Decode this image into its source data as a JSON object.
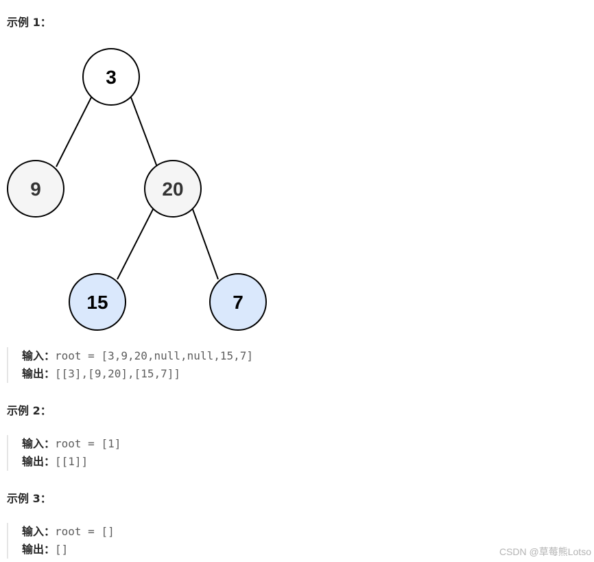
{
  "examples": [
    {
      "heading": "示例 1：",
      "input_label": "输入：",
      "input_value": "root = [3,9,20,null,null,15,7]",
      "output_label": "输出：",
      "output_value": "[[3],[9,20],[15,7]]"
    },
    {
      "heading": "示例 2：",
      "input_label": "输入：",
      "input_value": "root = [1]",
      "output_label": "输出：",
      "output_value": "[[1]]"
    },
    {
      "heading": "示例 3：",
      "input_label": "输入：",
      "input_value": "root = []",
      "output_label": "输出：",
      "output_value": "[]"
    }
  ],
  "tree": {
    "nodes": [
      {
        "label": "3",
        "fill": "#ffffff"
      },
      {
        "label": "9",
        "fill": "#f5f5f5"
      },
      {
        "label": "20",
        "fill": "#f5f5f5"
      },
      {
        "label": "15",
        "fill": "#dae8fc"
      },
      {
        "label": "7",
        "fill": "#dae8fc"
      }
    ],
    "edges": [
      {
        "from": 0,
        "to": 1
      },
      {
        "from": 0,
        "to": 2
      },
      {
        "from": 2,
        "to": 3
      },
      {
        "from": 2,
        "to": 4
      }
    ],
    "stroke_color": "#000000",
    "text_colors": {
      "root": "#000000",
      "level1": "#333333",
      "level2": "#000000"
    }
  },
  "watermark": "CSDN @草莓熊Lotso"
}
